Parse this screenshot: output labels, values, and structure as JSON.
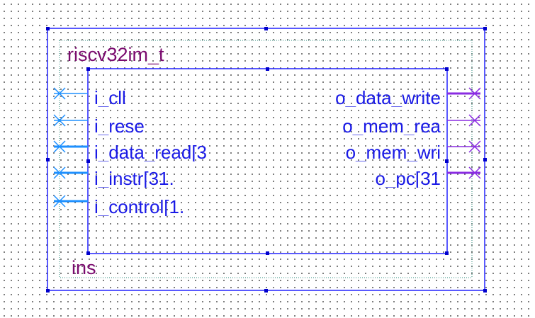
{
  "instance": {
    "module_name": "riscv32im_t",
    "instance_name": "ins"
  },
  "ports": {
    "inputs": [
      {
        "label": "i_cll",
        "bus": false
      },
      {
        "label": "i_rese",
        "bus": false
      },
      {
        "label": "i_data_read[3",
        "bus": true
      },
      {
        "label": "i_instr[31.",
        "bus": true
      },
      {
        "label": "i_control[1.",
        "bus": true
      }
    ],
    "outputs": [
      {
        "label": "o_data_write",
        "bus": true
      },
      {
        "label": "o_mem_rea",
        "bus": false
      },
      {
        "label": "o_mem_wri",
        "bus": false
      },
      {
        "label": "o_pc[31",
        "bus": true
      }
    ]
  },
  "colors": {
    "border": "#2222ff",
    "input_pin": "#1e90ff",
    "output_pin": "#8a2be2",
    "text": "#1a1ae6",
    "instance_text": "#7a0a6e",
    "handle": "#0000cc",
    "dotted_frame": "#2a8a7a"
  }
}
